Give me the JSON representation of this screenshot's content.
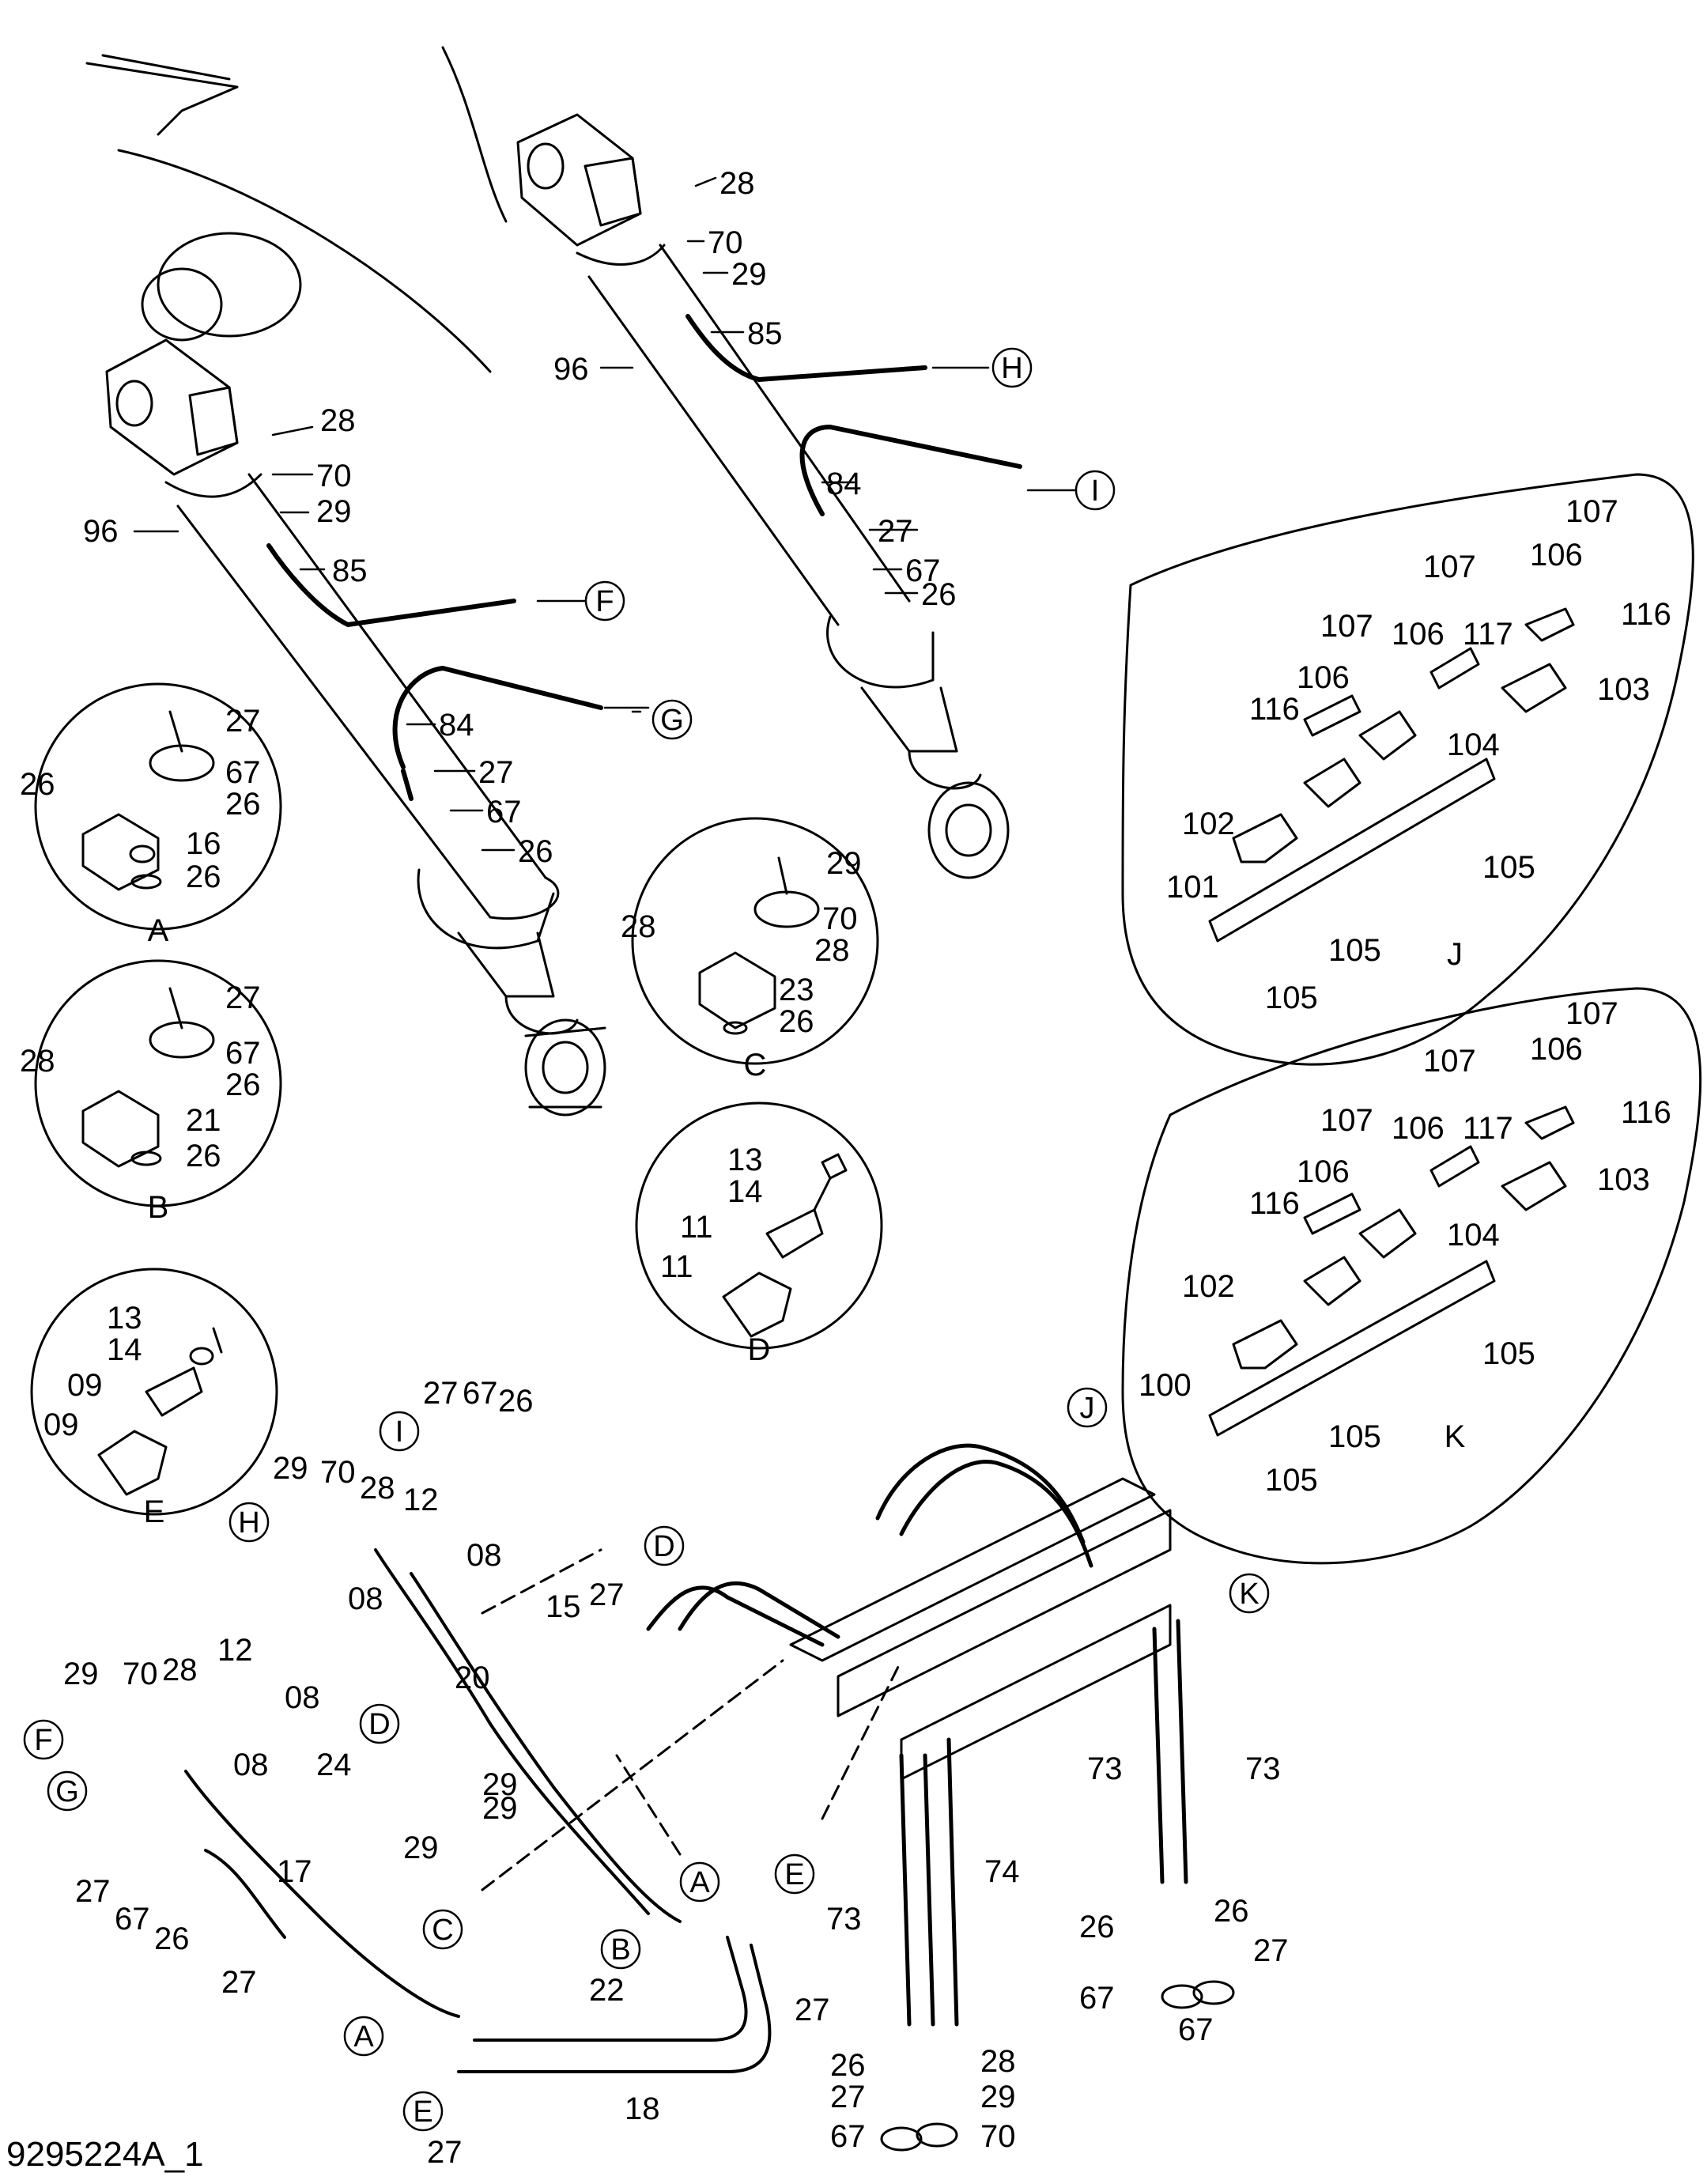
{
  "drawing_id": "9295224A_1",
  "circle_refs": [
    "A",
    "B",
    "C",
    "D",
    "E",
    "F",
    "G",
    "H",
    "I",
    "J",
    "K"
  ],
  "part_numbers": [
    "08",
    "09",
    "11",
    "12",
    "13",
    "14",
    "15",
    "16",
    "17",
    "18",
    "20",
    "21",
    "22",
    "23",
    "24",
    "26",
    "27",
    "28",
    "29",
    "67",
    "70",
    "73",
    "74",
    "84",
    "85",
    "96",
    "100",
    "101",
    "102",
    "103",
    "104",
    "105",
    "106",
    "107",
    "116",
    "117"
  ],
  "colors": {
    "line": "#000000",
    "background": "#ffffff"
  }
}
